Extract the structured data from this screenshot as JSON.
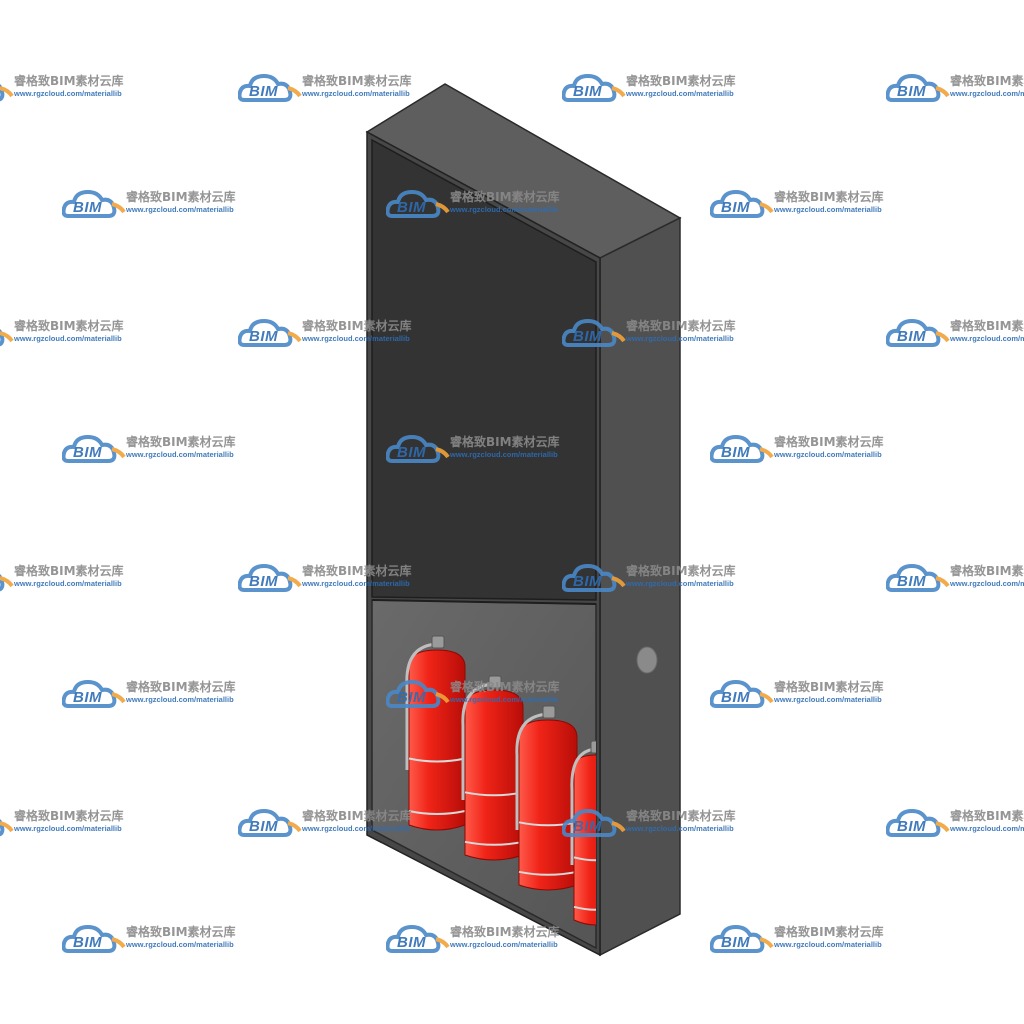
{
  "watermark": {
    "logo_text": "BIM",
    "name": "睿格致BIM素材云库",
    "url": "www.rgzcloud.com/materiallib",
    "logo_cloud_color": "#4a88c7",
    "logo_swoosh_color": "#f0a23a"
  },
  "object": {
    "icon": "fire-extinguisher-cabinet-icon",
    "cabinet_color": "#4b4b4b",
    "panel_color": "#333333",
    "extinguisher_color": "#e8201a",
    "extinguisher_count": 4
  }
}
